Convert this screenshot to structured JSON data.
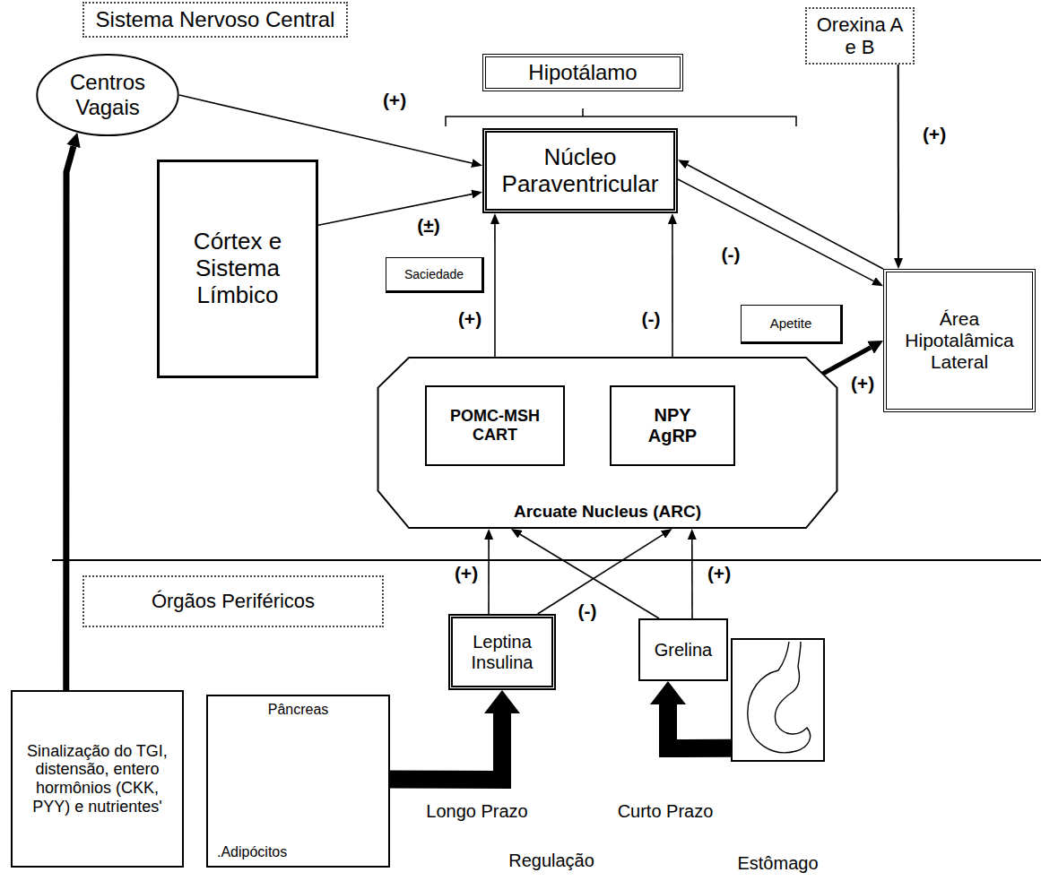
{
  "diagram": {
    "nodes": [
      {
        "text": [
          "Sistema Nervoso Central"
        ]
      },
      {
        "text": [
          "Centros Vagais"
        ]
      },
      {
        "text": [
          "Hipotálamo"
        ]
      },
      {
        "text": [
          "Núcleo Paraventricular"
        ]
      },
      {
        "text": [
          "Orexina A e B"
        ]
      },
      {
        "text": [
          "Córtex e Sistema Límbico"
        ]
      },
      {
        "text": [
          "Saciedade"
        ]
      },
      {
        "text": [
          "Apetite"
        ]
      },
      {
        "text": [
          "Área Hipotalâmica Lateral"
        ]
      },
      {
        "text": [
          "Arcuate Nucleus (ARC)"
        ]
      },
      {
        "text": [
          "POMC-MSH CART"
        ],
        "in": 9
      },
      {
        "text": [
          "NPY AgRP"
        ],
        "in": 9
      },
      {
        "text": [
          "Órgãos Periféricos"
        ]
      },
      {
        "text": [
          "Leptina Insulina"
        ]
      },
      {
        "text": [
          "Grelina"
        ]
      },
      {
        "text": [
          "Sinalização do TGI, distensão, entero hormônios (CKK, PYY) e nutrientes'"
        ]
      },
      {
        "text": [
          "Pâncreas",
          ".Adipócitos"
        ]
      },
      {
        "text": [
          "Estômago"
        ]
      }
    ],
    "edges": [
      {
        "from": 1,
        "to": 3,
        "arrow": "to",
        "label": "(+)"
      },
      {
        "from": 5,
        "to": 3,
        "arrow": "to",
        "label": "(±)"
      },
      {
        "from": 10,
        "to": 3,
        "arrow": "to",
        "label": "(+)"
      },
      {
        "from": 11,
        "to": 3,
        "arrow": "to",
        "label": "(-)"
      },
      {
        "from": 8,
        "to": 3,
        "arrow": "to"
      },
      {
        "from": 3,
        "to": 8,
        "arrow": "to",
        "label": "(-)"
      },
      {
        "from": 4,
        "to": 8,
        "arrow": "to",
        "label": "(+)"
      },
      {
        "from": 11,
        "to": 8,
        "arrow": "to",
        "label": "(+)"
      },
      {
        "from": 13,
        "to": 9,
        "arrow": "to",
        "label": "(+)"
      },
      {
        "from": 13,
        "to": 9,
        "arrow": "to",
        "label": "(-)"
      },
      {
        "from": 14,
        "to": 9,
        "arrow": "to"
      },
      {
        "from": 14,
        "to": 9,
        "arrow": "to",
        "label": "(+)"
      },
      {
        "from": 15,
        "to": 1,
        "arrow": "to"
      },
      {
        "from": 16,
        "to": 13,
        "arrow": "to"
      },
      {
        "from": 17,
        "to": 14,
        "arrow": "to"
      }
    ],
    "labels": [
      "Longo Prazo",
      "Curto Prazo",
      "Regulação"
    ]
  }
}
